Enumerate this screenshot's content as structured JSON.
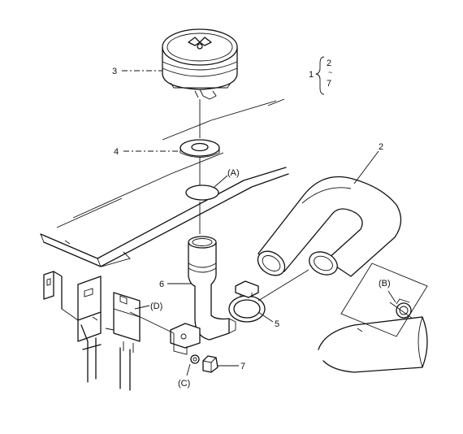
{
  "callouts": {
    "c1": "1",
    "c2": "2",
    "c7": "7",
    "part2": "2",
    "part3": "3",
    "part4": "4",
    "part5": "5",
    "part6": "6",
    "part7": "7",
    "refA": "(A)",
    "refB": "(B)",
    "refC": "(C)",
    "refD": "(D)"
  }
}
